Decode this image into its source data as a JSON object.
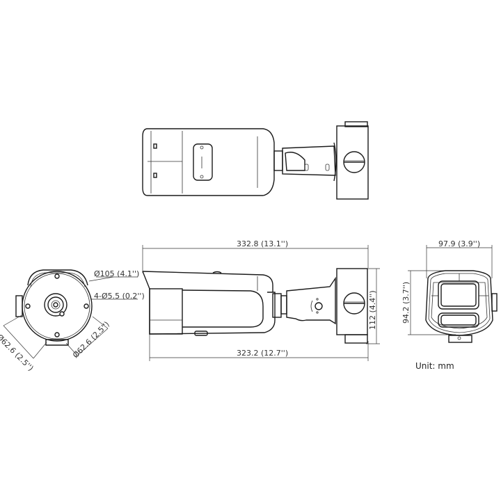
{
  "drawing": {
    "type": "dimensional-drawing",
    "subject": "bullet camera with junction box mount",
    "unit_label": "Unit: mm",
    "views": {
      "top": {
        "name": "top view"
      },
      "base": {
        "name": "mount base view",
        "dims": {
          "base_diameter": "Ø105 (4.1'')",
          "screw_holes": "4-Ø5.5 (0.2'')",
          "hole_spacing_left": "Ø62.6 (2.5'')",
          "hole_spacing_right": "Ø62.6 (2.5'')"
        }
      },
      "side": {
        "name": "side view",
        "dims": {
          "overall_length": "332.8  (13.1'')",
          "body_length": "323.2  (12.7'')",
          "height": "112 (4.4'')"
        }
      },
      "front": {
        "name": "front view",
        "dims": {
          "width": "97.9 (3.9'')",
          "height": "94.2 (3.7'')"
        }
      }
    }
  }
}
